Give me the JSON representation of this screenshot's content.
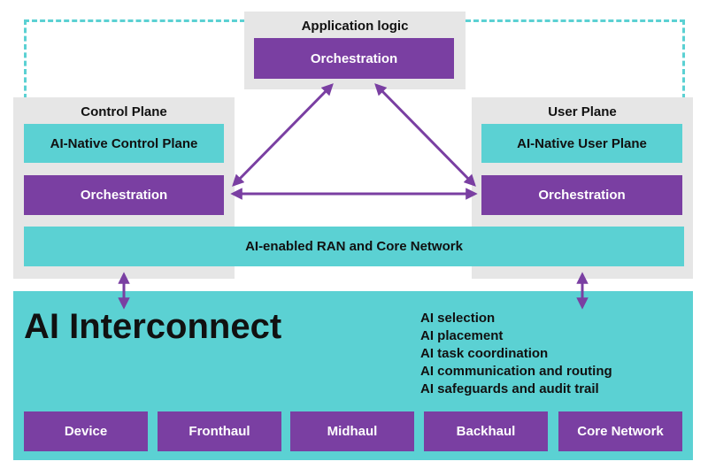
{
  "colors": {
    "teal": "#5bd1d3",
    "purple": "#7a3fa2",
    "gray": "#e6e6e6",
    "arrow": "#7a3fa2"
  },
  "application_logic": {
    "title": "Application logic",
    "orchestration": "Orchestration"
  },
  "control_plane": {
    "title": "Control Plane",
    "ai_native": "AI-Native Control Plane",
    "orchestration": "Orchestration"
  },
  "user_plane": {
    "title": "User Plane",
    "ai_native": "AI-Native User Plane",
    "orchestration": "Orchestration"
  },
  "ran_core": {
    "label": "AI-enabled RAN and Core Network"
  },
  "interconnect": {
    "title": "AI Interconnect",
    "features": [
      "AI selection",
      "AI placement",
      "AI task coordination",
      "AI communication and routing",
      "AI safeguards and audit trail"
    ],
    "segments": [
      "Device",
      "Fronthaul",
      "Midhaul",
      "Backhaul",
      "Core Network"
    ]
  },
  "connections": [
    {
      "from": "application-orchestration",
      "to": "control-plane-orchestration",
      "type": "bidirectional"
    },
    {
      "from": "application-orchestration",
      "to": "user-plane-orchestration",
      "type": "bidirectional"
    },
    {
      "from": "control-plane-orchestration",
      "to": "user-plane-orchestration",
      "type": "bidirectional"
    },
    {
      "from": "control-plane",
      "to": "ai-interconnect",
      "type": "bidirectional"
    },
    {
      "from": "user-plane",
      "to": "ai-interconnect",
      "type": "bidirectional"
    }
  ]
}
